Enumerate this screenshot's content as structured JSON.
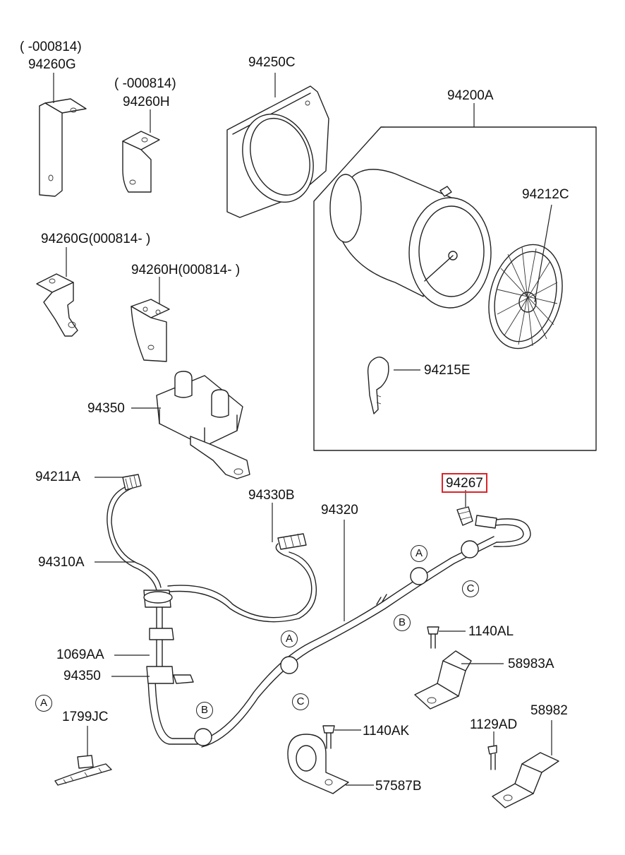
{
  "callouts": [
    {
      "id": "c_94260G_note",
      "text": "( -000814)"
    },
    {
      "id": "c_94260G",
      "text": "94260G"
    },
    {
      "id": "c_94260H_note",
      "text": "( -000814)"
    },
    {
      "id": "c_94260H",
      "text": "94260H"
    },
    {
      "id": "c_94250C",
      "text": "94250C"
    },
    {
      "id": "c_94200A",
      "text": "94200A"
    },
    {
      "id": "c_94212C",
      "text": "94212C"
    },
    {
      "id": "c_94260G_new",
      "text": "94260G(000814- )"
    },
    {
      "id": "c_94260H_new",
      "text": "94260H(000814- )"
    },
    {
      "id": "c_94215E",
      "text": "94215E"
    },
    {
      "id": "c_94350_top",
      "text": "94350"
    },
    {
      "id": "c_94211A",
      "text": "94211A"
    },
    {
      "id": "c_94267",
      "text": "94267"
    },
    {
      "id": "c_94330B",
      "text": "94330B"
    },
    {
      "id": "c_94320",
      "text": "94320"
    },
    {
      "id": "c_94310A",
      "text": "94310A"
    },
    {
      "id": "c_1140AL",
      "text": "1140AL"
    },
    {
      "id": "c_58983A",
      "text": "58983A"
    },
    {
      "id": "c_1069AA",
      "text": "1069AA"
    },
    {
      "id": "c_94350_low",
      "text": "94350"
    },
    {
      "id": "c_1799JC",
      "text": "1799JC"
    },
    {
      "id": "c_1129AD",
      "text": "1129AD"
    },
    {
      "id": "c_58982",
      "text": "58982"
    },
    {
      "id": "c_1140AK",
      "text": "1140AK"
    },
    {
      "id": "c_57587B",
      "text": "57587B"
    }
  ],
  "ref_markers": {
    "a": "A",
    "b": "B",
    "c": "C"
  },
  "highlight": {
    "part": "94267",
    "color": "#d9252a"
  }
}
